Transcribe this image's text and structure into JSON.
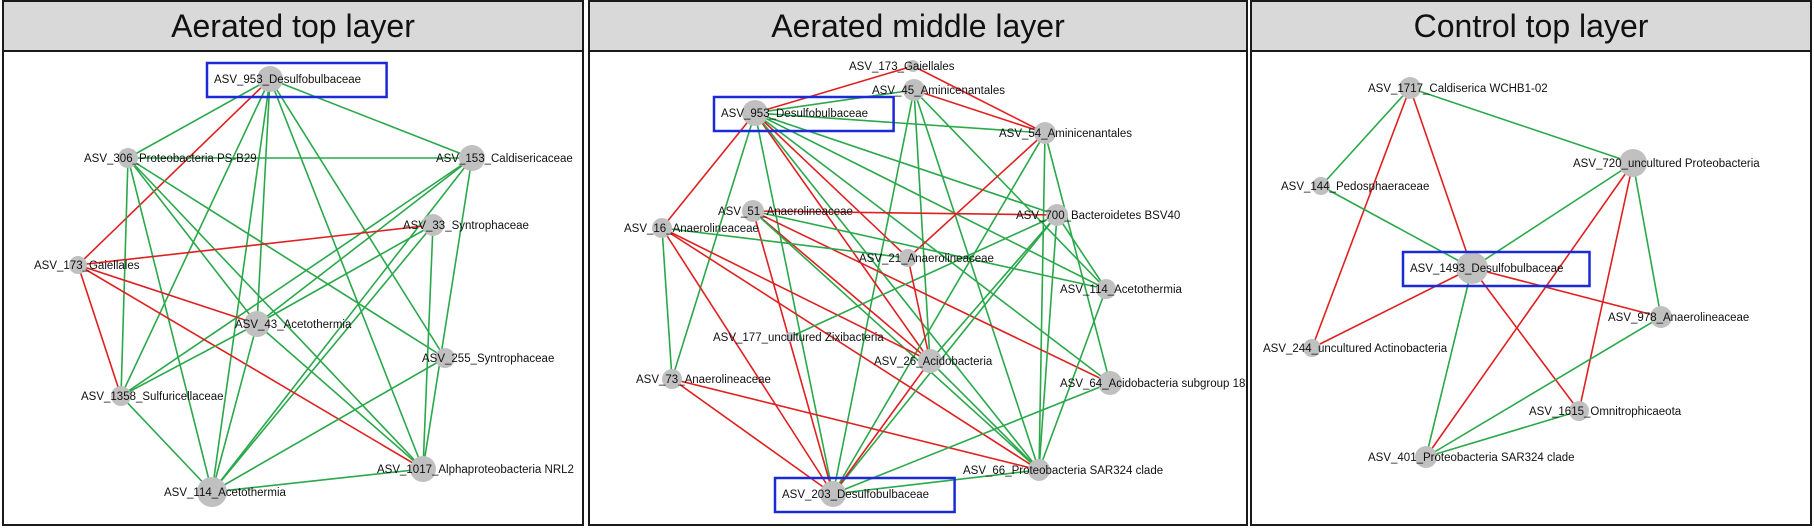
{
  "colors": {
    "positive_edge": "#2aa84a",
    "negative_edge": "#e02020",
    "node_fill": "#c0c0c0",
    "highlight_box": "#1a2bd6",
    "header_bg": "#d9d9d9"
  },
  "panels": [
    {
      "title": "Aerated top layer",
      "nodes": [
        {
          "id": "953",
          "label": "ASV_953_Desulfobulbaceae",
          "highlight": true
        },
        {
          "id": "306",
          "label": "ASV_306_Proteobacteria PS-B29"
        },
        {
          "id": "153",
          "label": "ASV_153_Caldisericaceae"
        },
        {
          "id": "33",
          "label": "ASV_33_Syntrophaceae"
        },
        {
          "id": "173",
          "label": "ASV_173_Gaiellales"
        },
        {
          "id": "43",
          "label": "ASV_43_Acetothermia"
        },
        {
          "id": "255",
          "label": "ASV_255_Syntrophaceae"
        },
        {
          "id": "1358",
          "label": "ASV_1358_Sulfuricellaceae"
        },
        {
          "id": "1017",
          "label": "ASV_1017_Alphaproteobacteria NRL2"
        },
        {
          "id": "114",
          "label": "ASV_114_Acetothermia"
        }
      ],
      "edges": [
        {
          "s": "953",
          "t": "306",
          "sign": "positive"
        },
        {
          "s": "953",
          "t": "153",
          "sign": "positive"
        },
        {
          "s": "953",
          "t": "173",
          "sign": "negative"
        },
        {
          "s": "953",
          "t": "1358",
          "sign": "positive"
        },
        {
          "s": "953",
          "t": "43",
          "sign": "positive"
        },
        {
          "s": "953",
          "t": "114",
          "sign": "positive"
        },
        {
          "s": "953",
          "t": "1017",
          "sign": "positive"
        },
        {
          "s": "953",
          "t": "255",
          "sign": "positive"
        },
        {
          "s": "306",
          "t": "153",
          "sign": "positive"
        },
        {
          "s": "306",
          "t": "1358",
          "sign": "positive"
        },
        {
          "s": "306",
          "t": "43",
          "sign": "positive"
        },
        {
          "s": "306",
          "t": "255",
          "sign": "positive"
        },
        {
          "s": "306",
          "t": "1017",
          "sign": "positive"
        },
        {
          "s": "306",
          "t": "114",
          "sign": "positive"
        },
        {
          "s": "153",
          "t": "43",
          "sign": "positive"
        },
        {
          "s": "153",
          "t": "114",
          "sign": "positive"
        },
        {
          "s": "153",
          "t": "1017",
          "sign": "positive"
        },
        {
          "s": "153",
          "t": "1358",
          "sign": "positive"
        },
        {
          "s": "33",
          "t": "173",
          "sign": "negative"
        },
        {
          "s": "33",
          "t": "43",
          "sign": "positive"
        },
        {
          "s": "33",
          "t": "114",
          "sign": "positive"
        },
        {
          "s": "33",
          "t": "1017",
          "sign": "positive"
        },
        {
          "s": "173",
          "t": "43",
          "sign": "negative"
        },
        {
          "s": "173",
          "t": "1017",
          "sign": "negative"
        },
        {
          "s": "173",
          "t": "1358",
          "sign": "negative"
        },
        {
          "s": "43",
          "t": "1358",
          "sign": "positive"
        },
        {
          "s": "43",
          "t": "1017",
          "sign": "positive"
        },
        {
          "s": "43",
          "t": "114",
          "sign": "positive"
        },
        {
          "s": "255",
          "t": "114",
          "sign": "positive"
        },
        {
          "s": "1358",
          "t": "114",
          "sign": "positive"
        },
        {
          "s": "114",
          "t": "1017",
          "sign": "positive"
        }
      ]
    },
    {
      "title": "Aerated middle layer",
      "nodes": [
        {
          "id": "173",
          "label": "ASV_173_Gaiellales"
        },
        {
          "id": "45",
          "label": "ASV_45_Aminicenantales"
        },
        {
          "id": "953",
          "label": "ASV_953_Desulfobulbaceae",
          "highlight": true
        },
        {
          "id": "54",
          "label": "ASV_54_Aminicenantales"
        },
        {
          "id": "51",
          "label": "ASV_51_Anaerolineaceae"
        },
        {
          "id": "700",
          "label": "ASV_700_Bacteroidetes BSV40"
        },
        {
          "id": "16",
          "label": "ASV_16_Anaerolineaceae"
        },
        {
          "id": "21",
          "label": "ASV_21_Anaerolineaceae"
        },
        {
          "id": "114",
          "label": "ASV_114_Acetothermia"
        },
        {
          "id": "177",
          "label": "ASV_177_uncultured Zixibacteria"
        },
        {
          "id": "26",
          "label": "ASV_26_Acidobacteria"
        },
        {
          "id": "73",
          "label": "ASV_73_Anaerolineaceae"
        },
        {
          "id": "64",
          "label": "ASV_64_Acidobacteria subgroup 18"
        },
        {
          "id": "66",
          "label": "ASV_66_Proteobacteria SAR324 clade"
        },
        {
          "id": "203",
          "label": "ASV_203_Desulfobulbaceae",
          "highlight": true
        }
      ],
      "edges": [
        {
          "s": "173",
          "t": "953",
          "sign": "negative"
        },
        {
          "s": "173",
          "t": "54",
          "sign": "negative"
        },
        {
          "s": "45",
          "t": "953",
          "sign": "positive"
        },
        {
          "s": "45",
          "t": "54",
          "sign": "negative"
        },
        {
          "s": "45",
          "t": "203",
          "sign": "positive"
        },
        {
          "s": "45",
          "t": "26",
          "sign": "positive"
        },
        {
          "s": "45",
          "t": "66",
          "sign": "positive"
        },
        {
          "s": "45",
          "t": "114",
          "sign": "positive"
        },
        {
          "s": "953",
          "t": "16",
          "sign": "negative"
        },
        {
          "s": "953",
          "t": "54",
          "sign": "positive"
        },
        {
          "s": "953",
          "t": "21",
          "sign": "negative"
        },
        {
          "s": "953",
          "t": "26",
          "sign": "negative"
        },
        {
          "s": "953",
          "t": "700",
          "sign": "positive"
        },
        {
          "s": "953",
          "t": "114",
          "sign": "positive"
        },
        {
          "s": "953",
          "t": "64",
          "sign": "positive"
        },
        {
          "s": "953",
          "t": "66",
          "sign": "positive"
        },
        {
          "s": "953",
          "t": "203",
          "sign": "positive"
        },
        {
          "s": "953",
          "t": "73",
          "sign": "positive"
        },
        {
          "s": "54",
          "t": "21",
          "sign": "negative"
        },
        {
          "s": "54",
          "t": "203",
          "sign": "positive"
        },
        {
          "s": "54",
          "t": "64",
          "sign": "positive"
        },
        {
          "s": "54",
          "t": "66",
          "sign": "positive"
        },
        {
          "s": "51",
          "t": "700",
          "sign": "negative"
        },
        {
          "s": "51",
          "t": "26",
          "sign": "negative"
        },
        {
          "s": "51",
          "t": "203",
          "sign": "negative"
        },
        {
          "s": "51",
          "t": "64",
          "sign": "negative"
        },
        {
          "s": "51",
          "t": "114",
          "sign": "positive"
        },
        {
          "s": "51",
          "t": "66",
          "sign": "positive"
        },
        {
          "s": "16",
          "t": "21",
          "sign": "positive"
        },
        {
          "s": "16",
          "t": "73",
          "sign": "positive"
        },
        {
          "s": "16",
          "t": "26",
          "sign": "negative"
        },
        {
          "s": "16",
          "t": "203",
          "sign": "negative"
        },
        {
          "s": "16",
          "t": "66",
          "sign": "negative"
        },
        {
          "s": "700",
          "t": "26",
          "sign": "positive"
        },
        {
          "s": "700",
          "t": "203",
          "sign": "positive"
        },
        {
          "s": "700",
          "t": "66",
          "sign": "positive"
        },
        {
          "s": "700",
          "t": "177",
          "sign": "positive"
        },
        {
          "s": "700",
          "t": "114",
          "sign": "positive"
        },
        {
          "s": "21",
          "t": "26",
          "sign": "negative"
        },
        {
          "s": "73",
          "t": "66",
          "sign": "negative"
        },
        {
          "s": "73",
          "t": "203",
          "sign": "negative"
        },
        {
          "s": "26",
          "t": "203",
          "sign": "negative"
        },
        {
          "s": "26",
          "t": "66",
          "sign": "positive"
        },
        {
          "s": "64",
          "t": "203",
          "sign": "positive"
        },
        {
          "s": "114",
          "t": "66",
          "sign": "positive"
        },
        {
          "s": "203",
          "t": "66",
          "sign": "positive"
        }
      ]
    },
    {
      "title": "Control top layer",
      "nodes": [
        {
          "id": "1717",
          "label": "ASV_1717_Caldiserica WCHB1-02"
        },
        {
          "id": "720",
          "label": "ASV_720_uncultured Proteobacteria"
        },
        {
          "id": "144",
          "label": "ASV_144_Pedosphaeraceae"
        },
        {
          "id": "1493",
          "label": "ASV_1493_Desulfobulbaceae",
          "highlight": true
        },
        {
          "id": "978",
          "label": "ASV_978_Anaerolineaceae"
        },
        {
          "id": "244",
          "label": "ASV_244_uncultured Actinobacteria"
        },
        {
          "id": "1615",
          "label": "ASV_1615_Omnitrophicaeota"
        },
        {
          "id": "401",
          "label": "ASV_401_Proteobacteria SAR324 clade"
        }
      ],
      "edges": [
        {
          "s": "1717",
          "t": "144",
          "sign": "positive"
        },
        {
          "s": "1717",
          "t": "720",
          "sign": "positive"
        },
        {
          "s": "1717",
          "t": "1493",
          "sign": "negative"
        },
        {
          "s": "1717",
          "t": "244",
          "sign": "negative"
        },
        {
          "s": "144",
          "t": "1493",
          "sign": "positive"
        },
        {
          "s": "720",
          "t": "1493",
          "sign": "positive"
        },
        {
          "s": "720",
          "t": "1615",
          "sign": "negative"
        },
        {
          "s": "720",
          "t": "978",
          "sign": "positive"
        },
        {
          "s": "720",
          "t": "401",
          "sign": "negative"
        },
        {
          "s": "1493",
          "t": "244",
          "sign": "negative"
        },
        {
          "s": "1493",
          "t": "978",
          "sign": "negative"
        },
        {
          "s": "1493",
          "t": "1615",
          "sign": "negative"
        },
        {
          "s": "1493",
          "t": "401",
          "sign": "positive"
        },
        {
          "s": "978",
          "t": "401",
          "sign": "positive"
        },
        {
          "s": "1615",
          "t": "401",
          "sign": "positive"
        }
      ]
    }
  ]
}
